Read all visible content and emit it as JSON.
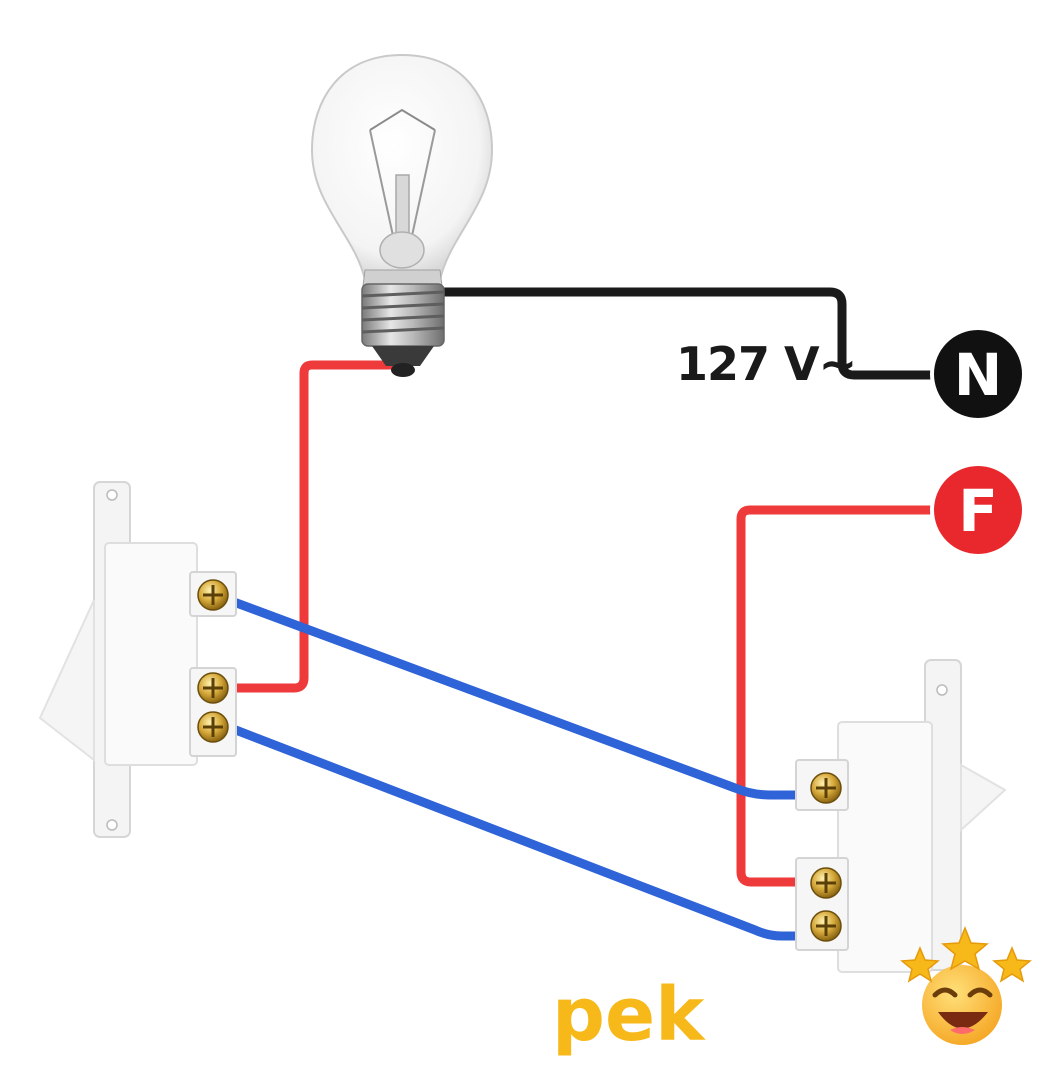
{
  "diagram": {
    "voltage_label": "127 V~",
    "neutral_label": "N",
    "phase_label": "F",
    "watermark_text": "pek"
  },
  "colors": {
    "neutral_wire": "#1a1a1a",
    "phase_wire": "#ee3a3a",
    "traveler_wire": "#2f63d8",
    "neutral_badge": "#111111",
    "phase_badge": "#e8282d",
    "watermark": "#f7b91a"
  },
  "icons": {
    "bulb": "incandescent-bulb-icon",
    "switch": "three-way-switch-icon",
    "screw": "terminal-screw-icon",
    "emoji": "star-struck-emoji-icon"
  }
}
